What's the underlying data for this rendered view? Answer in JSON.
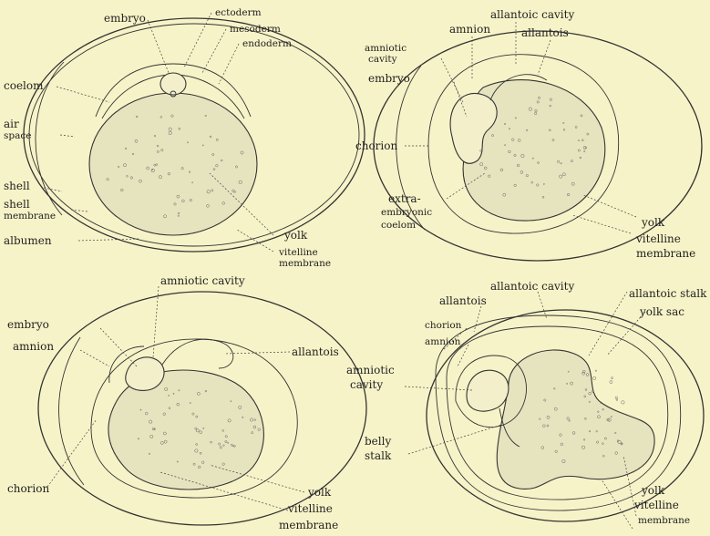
{
  "panels": [
    {
      "id": "panel-1",
      "labels": [
        "embryo",
        "ectoderm",
        "mesoderm",
        "endoderm",
        "coelom",
        "air space",
        "shell",
        "shell membrane",
        "albumen",
        "yolk",
        "vitelline membrane"
      ]
    },
    {
      "id": "panel-2",
      "labels": [
        "amnion",
        "allantoic cavity",
        "allantois",
        "amniotic cavity",
        "embryo",
        "chorion",
        "extra-embryonic coelom",
        "yolk",
        "vitelline membrane"
      ]
    },
    {
      "id": "panel-3",
      "labels": [
        "embryo",
        "amniotic cavity",
        "amnion",
        "allantois",
        "chorion",
        "yolk",
        "vitelline membrane"
      ]
    },
    {
      "id": "panel-4",
      "labels": [
        "allantoic cavity",
        "allantois",
        "allantoic stalk",
        "yolk sac",
        "chorion",
        "amnion",
        "amniotic cavity",
        "belly stalk",
        "yolk",
        "vitelline membrane"
      ]
    }
  ],
  "text": {
    "p1_embryo": "embryo",
    "p1_ectoderm": "ectoderm",
    "p1_mesoderm": "mesoderm",
    "p1_endoderm": "endoderm",
    "p1_coelom": "coelom",
    "p1_air": "air",
    "p1_space": "space",
    "p1_shell": "shell",
    "p1_shell2": "shell",
    "p1_membrane": "membrane",
    "p1_albumen": "albumen",
    "p1_yolk": "yolk",
    "p1_vitelline": "vitelline",
    "p1_vmembrane": "membrane",
    "p2_amnion": "amnion",
    "p2_allantoic_cavity": "allantoic cavity",
    "p2_allantois": "allantois",
    "p2_amniotic": "amniotic",
    "p2_cavity": "cavity",
    "p2_embryo": "embryo",
    "p2_chorion": "chorion",
    "p2_extra": "extra-",
    "p2_embryonic": "embryonic",
    "p2_coelom": "coelom",
    "p2_yolk": "yolk",
    "p2_vitelline": "vitelline",
    "p2_membrane": "membrane",
    "p3_embryo": "embryo",
    "p3_amniotic_cavity": "amniotic cavity",
    "p3_amnion": "amnion",
    "p3_allantois": "allantois",
    "p3_chorion": "chorion",
    "p3_yolk": "yolk",
    "p3_vitelline": "vitelline",
    "p3_membrane": "membrane",
    "p4_allantoic_cavity": "allantoic cavity",
    "p4_allantois": "allantois",
    "p4_allantoic_stalk": "allantoic stalk",
    "p4_yolk_sac": "yolk sac",
    "p4_chorion": "chorion",
    "p4_amnion": "amnion",
    "p4_amniotic": "amniotic",
    "p4_cavity": "cavity",
    "p4_belly": "belly",
    "p4_stalk": "stalk",
    "p4_yolk": "yolk",
    "p4_vitelline": "vitelline",
    "p4_membrane": "membrane"
  },
  "colors": {
    "background": "#f7f3c8",
    "ink": "#333333",
    "yolk_fill": "#e6e4bf"
  }
}
